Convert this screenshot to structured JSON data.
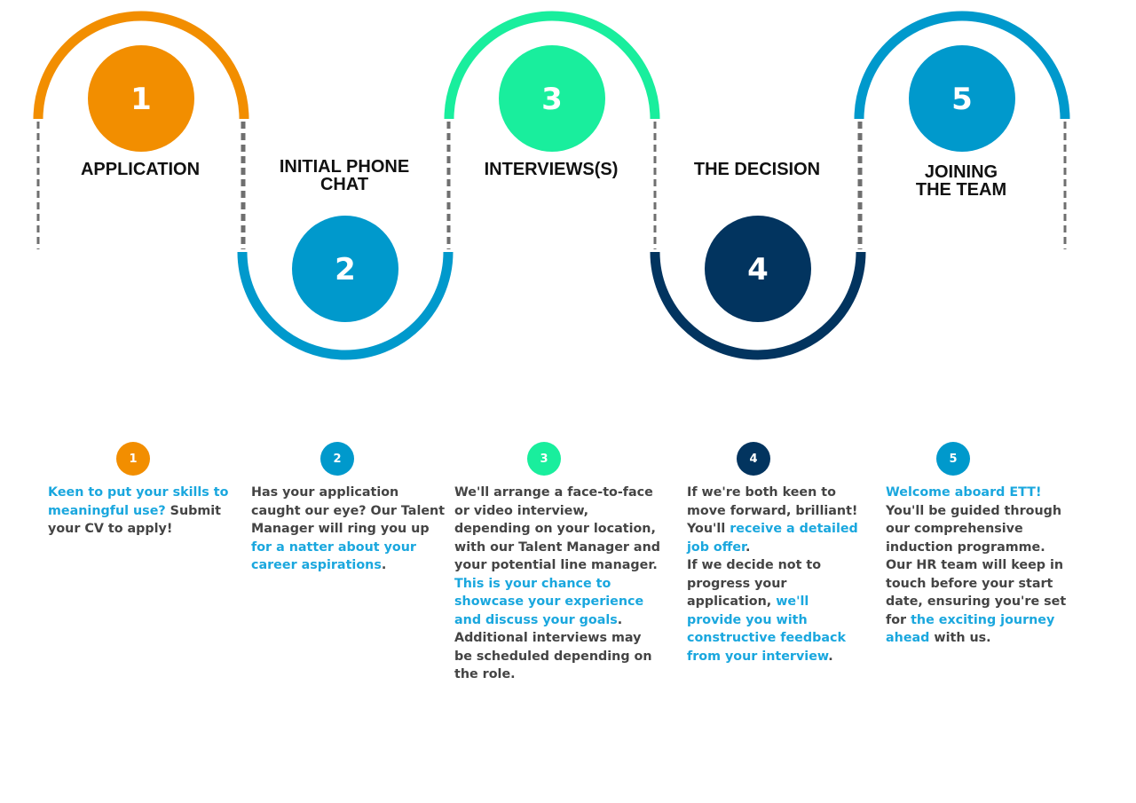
{
  "colors": {
    "orange": "#f28e00",
    "blue": "#0099cc",
    "green": "#19ee9d",
    "navy": "#02345f",
    "highlight": "#1aa7de",
    "text": "#444444",
    "title": "#111111",
    "dash": "#6f6f6f"
  },
  "stages": [
    {
      "number": "1",
      "title_lines": [
        "APPLICATION"
      ],
      "color": "#f28e00"
    },
    {
      "number": "2",
      "title_lines": [
        "INITIAL PHONE",
        "CHAT"
      ],
      "color": "#0099cc"
    },
    {
      "number": "3",
      "title_lines": [
        "INTERVIEWS(S)"
      ],
      "color": "#19ee9d"
    },
    {
      "number": "4",
      "title_lines": [
        "THE DECISION"
      ],
      "color": "#02345f"
    },
    {
      "number": "5",
      "title_lines": [
        "JOINING",
        "THE TEAM"
      ],
      "color": "#0099cc"
    }
  ],
  "details": [
    {
      "number": "1",
      "lines": [
        [
          {
            "t": "Keen to put your skills to",
            "h": true
          }
        ],
        [
          {
            "t": "meaningful use?",
            "h": true
          },
          {
            "t": " Submit",
            "h": false
          }
        ],
        [
          {
            "t": "your CV to apply!",
            "h": false
          }
        ]
      ]
    },
    {
      "number": "2",
      "lines": [
        [
          {
            "t": "Has your application",
            "h": false
          }
        ],
        [
          {
            "t": "caught our eye? Our Talent",
            "h": false
          }
        ],
        [
          {
            "t": "Manager will ring you up",
            "h": false
          }
        ],
        [
          {
            "t": "for a natter about your",
            "h": true
          }
        ],
        [
          {
            "t": "career aspirations",
            "h": true
          },
          {
            "t": ".",
            "h": false
          }
        ]
      ]
    },
    {
      "number": "3",
      "lines": [
        [
          {
            "t": "We'll arrange a face-to-face",
            "h": false
          }
        ],
        [
          {
            "t": "or video interview,",
            "h": false
          }
        ],
        [
          {
            "t": "depending on your location,",
            "h": false
          }
        ],
        [
          {
            "t": "with our Talent Manager and",
            "h": false
          }
        ],
        [
          {
            "t": "your potential line manager.",
            "h": false
          }
        ],
        [
          {
            "t": "This is your chance to",
            "h": true
          }
        ],
        [
          {
            "t": "showcase your experience",
            "h": true
          }
        ],
        [
          {
            "t": "and discuss your goals",
            "h": true
          },
          {
            "t": ".",
            "h": false
          }
        ],
        [
          {
            "t": "Additional interviews may",
            "h": false
          }
        ],
        [
          {
            "t": "be scheduled depending on",
            "h": false
          }
        ],
        [
          {
            "t": "the role.",
            "h": false
          }
        ]
      ]
    },
    {
      "number": "4",
      "lines": [
        [
          {
            "t": "If we're both keen to",
            "h": false
          }
        ],
        [
          {
            "t": "move forward, brilliant!",
            "h": false
          }
        ],
        [
          {
            "t": "You'll ",
            "h": false
          },
          {
            "t": "receive a detailed",
            "h": true
          }
        ],
        [
          {
            "t": "job offer",
            "h": true
          },
          {
            "t": ".",
            "h": false
          }
        ],
        [
          {
            "t": "If we decide not to",
            "h": false
          }
        ],
        [
          {
            "t": "progress your",
            "h": false
          }
        ],
        [
          {
            "t": "application, ",
            "h": false
          },
          {
            "t": "we'll",
            "h": true
          }
        ],
        [
          {
            "t": "provide you with",
            "h": true
          }
        ],
        [
          {
            "t": "constructive feedback",
            "h": true
          }
        ],
        [
          {
            "t": "from your interview",
            "h": true
          },
          {
            "t": ".",
            "h": false
          }
        ]
      ]
    },
    {
      "number": "5",
      "lines": [
        [
          {
            "t": "Welcome aboard ETT!",
            "h": true
          }
        ],
        [
          {
            "t": "You'll be guided through",
            "h": false
          }
        ],
        [
          {
            "t": "our comprehensive",
            "h": false
          }
        ],
        [
          {
            "t": "induction programme.",
            "h": false
          }
        ],
        [
          {
            "t": "Our HR team will keep in",
            "h": false
          }
        ],
        [
          {
            "t": "touch before your start",
            "h": false
          }
        ],
        [
          {
            "t": "date, ensuring you're set",
            "h": false
          }
        ],
        [
          {
            "t": "for ",
            "h": false
          },
          {
            "t": "the exciting journey",
            "h": true
          }
        ],
        [
          {
            "t": "ahead",
            "h": true
          },
          {
            "t": " with us.",
            "h": false
          }
        ]
      ]
    }
  ]
}
